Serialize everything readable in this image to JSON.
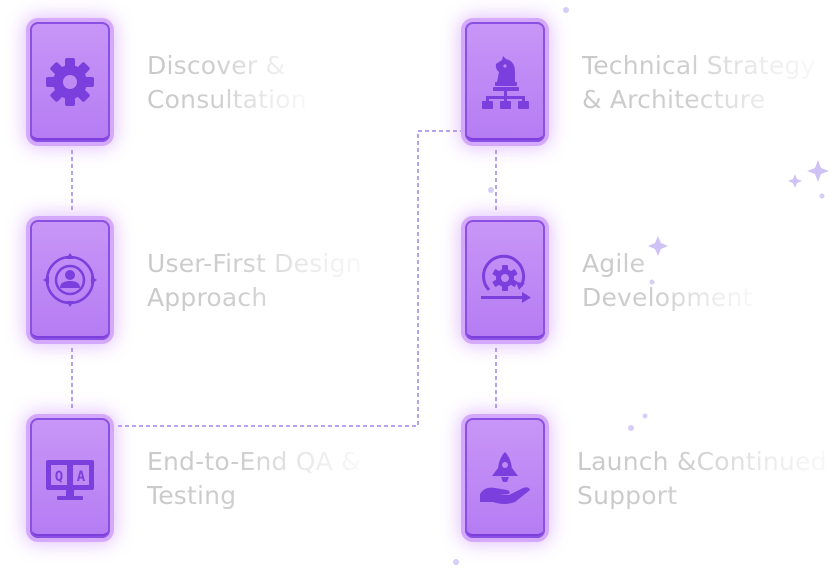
{
  "steps": [
    {
      "id": "discover",
      "line1": "Discover &",
      "line2": "Consultation",
      "icon": "gear-icon"
    },
    {
      "id": "user-first",
      "line1": "User-First Design",
      "line2": "Approach",
      "icon": "user-target-icon"
    },
    {
      "id": "qa",
      "line1": "End-to-End QA &",
      "line2": "Testing",
      "icon": "qa-monitor-icon",
      "qa_letters": [
        "Q",
        "A"
      ]
    },
    {
      "id": "strategy",
      "line1": "Technical Strategy",
      "line2": "& Architecture",
      "icon": "chess-knight-hierarchy-icon"
    },
    {
      "id": "agile",
      "line1": "Agile",
      "line2": "Development",
      "icon": "gear-cycle-icon"
    },
    {
      "id": "launch",
      "line1": "Launch &Continued",
      "line2": "Support",
      "icon": "rocket-hand-icon"
    }
  ],
  "colors": {
    "card_fill": "#c08af5",
    "icon": "#7a3fdc",
    "connector": "#8b6fe0",
    "label_text": "#c9c9c9"
  }
}
